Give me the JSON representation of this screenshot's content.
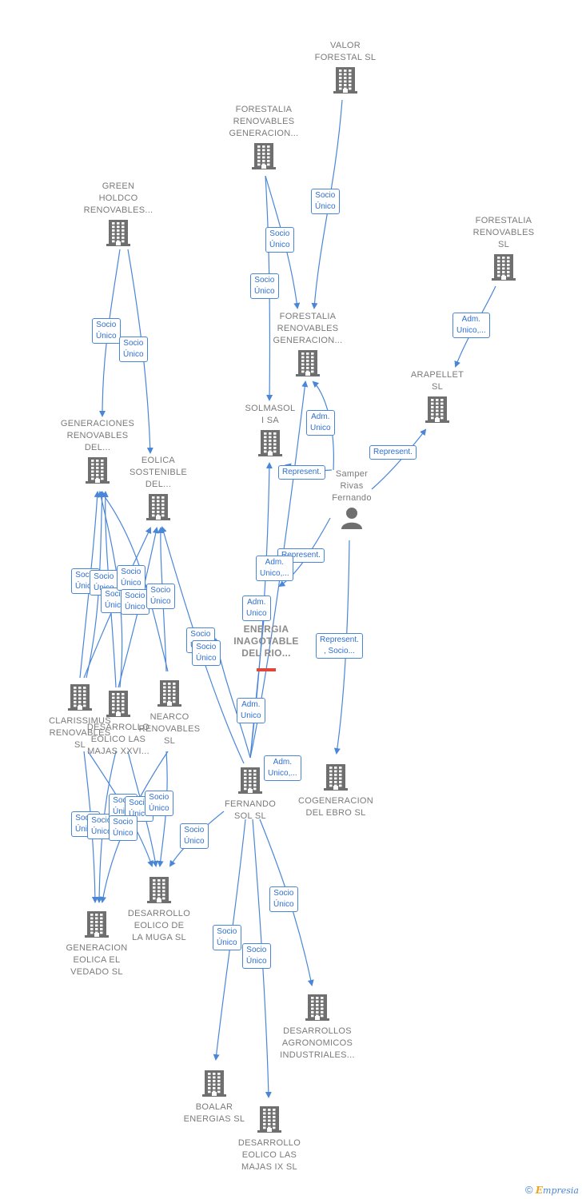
{
  "nodes": {
    "valor_forestal": {
      "label": "VALOR\nFORESTAL SL",
      "type": "company"
    },
    "forestalia_gen_top": {
      "label": "FORESTALIA\nRENOVABLES\nGENERACION...",
      "type": "company"
    },
    "green_holdco": {
      "label": "GREEN\nHOLDCO\nRENOVABLES...",
      "type": "company"
    },
    "forestalia_sl": {
      "label": "FORESTALIA\nRENOVABLES\nSL",
      "type": "company"
    },
    "forestalia_gen_mid": {
      "label": "FORESTALIA\nRENOVABLES\nGENERACION...",
      "type": "company"
    },
    "arapellet": {
      "label": "ARAPELLET\nSL",
      "type": "company"
    },
    "generaciones_renovables": {
      "label": "GENERACIONES\nRENOVABLES\nDEL...",
      "type": "company"
    },
    "solmasol": {
      "label": "SOLMASOL\nI SA",
      "type": "company"
    },
    "eolica_sostenible": {
      "label": "EOLICA\nSOSTENIBLE\nDEL...",
      "type": "company"
    },
    "samper": {
      "label": "Samper\nRivas\nFernando",
      "type": "person"
    },
    "energia_inagotable": {
      "label": "ENERGIA\nINAGOTABLE\nDEL RIO...",
      "type": "focus"
    },
    "clarissimus": {
      "label": "CLARISSIMUS\nRENOVABLES\nSL",
      "type": "company"
    },
    "desarrollo_majas_xxvi": {
      "label": "DESARROLLO\nEOLICO LAS\nMAJAS XXVI...",
      "type": "company"
    },
    "nearco": {
      "label": "NEARCO\nRENOVABLES\nSL",
      "type": "company"
    },
    "fernando_sol": {
      "label": "FERNANDO\nSOL SL",
      "type": "company"
    },
    "cogeneracion_ebro": {
      "label": "COGENERACION\nDEL EBRO  SL",
      "type": "company"
    },
    "desarrollo_muga": {
      "label": "DESARROLLO\nEOLICO DE\nLA MUGA SL",
      "type": "company"
    },
    "generacion_vedado": {
      "label": "GENERACION\nEOLICA EL\nVEDADO SL",
      "type": "company"
    },
    "desarrollos_agronomicos": {
      "label": "DESARROLLOS\nAGRONOMICOS\nINDUSTRIALES...",
      "type": "company"
    },
    "boalar": {
      "label": "BOALAR\nENERGIAS  SL",
      "type": "company"
    },
    "desarrollo_majas_ix": {
      "label": "DESARROLLO\nEOLICO LAS\nMAJAS IX  SL",
      "type": "company"
    }
  },
  "edge_labels": {
    "socio_unico": "Socio\nÚnico",
    "adm_unico": "Adm.\nUnico",
    "adm_unico_etc": "Adm.\nUnico,...",
    "represent": "Represent.",
    "represent_socio": "Represent.\n, Socio..."
  },
  "colors": {
    "edge": "#4a86d8",
    "node_icon": "#6f6f6f",
    "label": "#7a7a7a",
    "focus_marker": "#e0463a"
  },
  "footer": {
    "copyright": "©",
    "brand_first": "E",
    "brand_rest": "mpresia"
  }
}
